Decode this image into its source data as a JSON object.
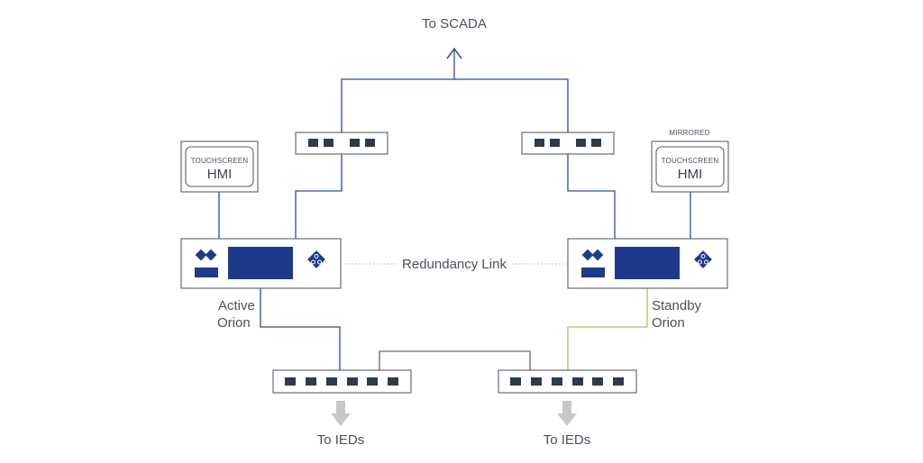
{
  "scada_label": "To SCADA",
  "redundancy_label": "Redundancy Link",
  "hmi_left": {
    "top_text": "TOUCHSCREEN",
    "main_text": "HMI"
  },
  "hmi_right": {
    "caption": "MIRRORED",
    "top_text": "TOUCHSCREEN",
    "main_text": "HMI"
  },
  "active_orion": {
    "line1": "Active",
    "line2": "Orion"
  },
  "standby_orion": {
    "line1": "Standby",
    "line2": "Orion"
  },
  "ied_left_label": "To IEDs",
  "ied_right_label": "To IEDs",
  "colors": {
    "link_blue": "#2d4aa0",
    "standby_green": "#9ccc5a",
    "device_navy": "#1e3a8a",
    "port_dark": "#2f3a4a",
    "arrow_gray": "#c8c8c8",
    "dotted_gray": "#b0b0b0"
  }
}
